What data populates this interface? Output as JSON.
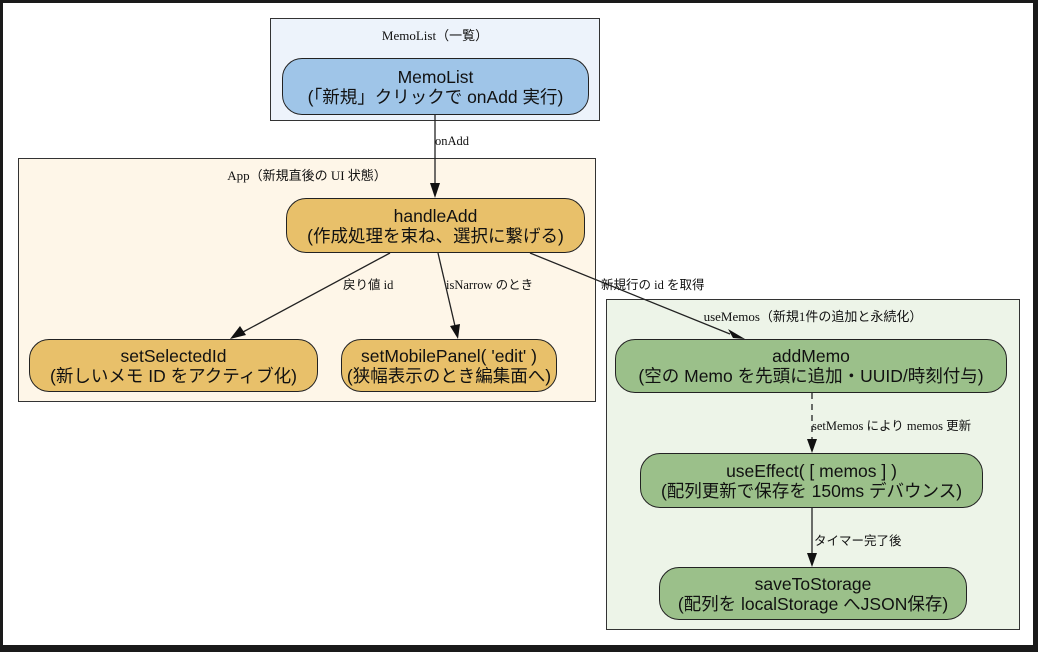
{
  "colors": {
    "cluster_memolist_fill": "#edf3fb",
    "cluster_app_fill": "#fef6e8",
    "cluster_usememos_fill": "#edf4e8",
    "node_blue": "#9fc5e8",
    "node_orange": "#e8c06a",
    "node_green": "#9bc08a"
  },
  "clusters": {
    "memolist": {
      "title": "MemoList（一覧）"
    },
    "app": {
      "title": "App（新規直後の UI 状態）"
    },
    "usememos": {
      "title": "useMemos（新規1件の追加と永続化）"
    }
  },
  "nodes": {
    "memolist": {
      "title": "MemoList",
      "subtitle": "(「新規」クリックで onAdd 実行)"
    },
    "handleAdd": {
      "title": "handleAdd",
      "subtitle": "(作成処理を束ね、選択に繋げる)"
    },
    "setSelectedId": {
      "title": "setSelectedId",
      "subtitle": "(新しいメモ ID をアクティブ化)"
    },
    "setMobilePanel": {
      "title": "setMobilePanel( 'edit' )",
      "subtitle": "(狭幅表示のとき編集面へ)"
    },
    "addMemo": {
      "title": "addMemo",
      "subtitle": "(空の Memo を先頭に追加・UUID/時刻付与)"
    },
    "useEffect": {
      "title": "useEffect( [ memos ] )",
      "subtitle": "(配列更新で保存を 150ms デバウンス)"
    },
    "saveToStorage": {
      "title": "saveToStorage",
      "subtitle": "(配列を localStorage へJSON保存)"
    }
  },
  "edges": {
    "memolist_to_handleAdd": {
      "label": "onAdd",
      "style": "solid"
    },
    "handleAdd_to_setSelectedId": {
      "label": "戻り値 id",
      "style": "solid"
    },
    "handleAdd_to_setMobilePanel": {
      "label": "isNarrow のとき",
      "style": "solid"
    },
    "handleAdd_to_addMemo": {
      "label": "新規行の id を取得",
      "style": "solid"
    },
    "addMemo_to_useEffect": {
      "label": "setMemos により memos 更新",
      "style": "dashed"
    },
    "useEffect_to_saveToStorage": {
      "label": "タイマー完了後",
      "style": "solid"
    }
  }
}
